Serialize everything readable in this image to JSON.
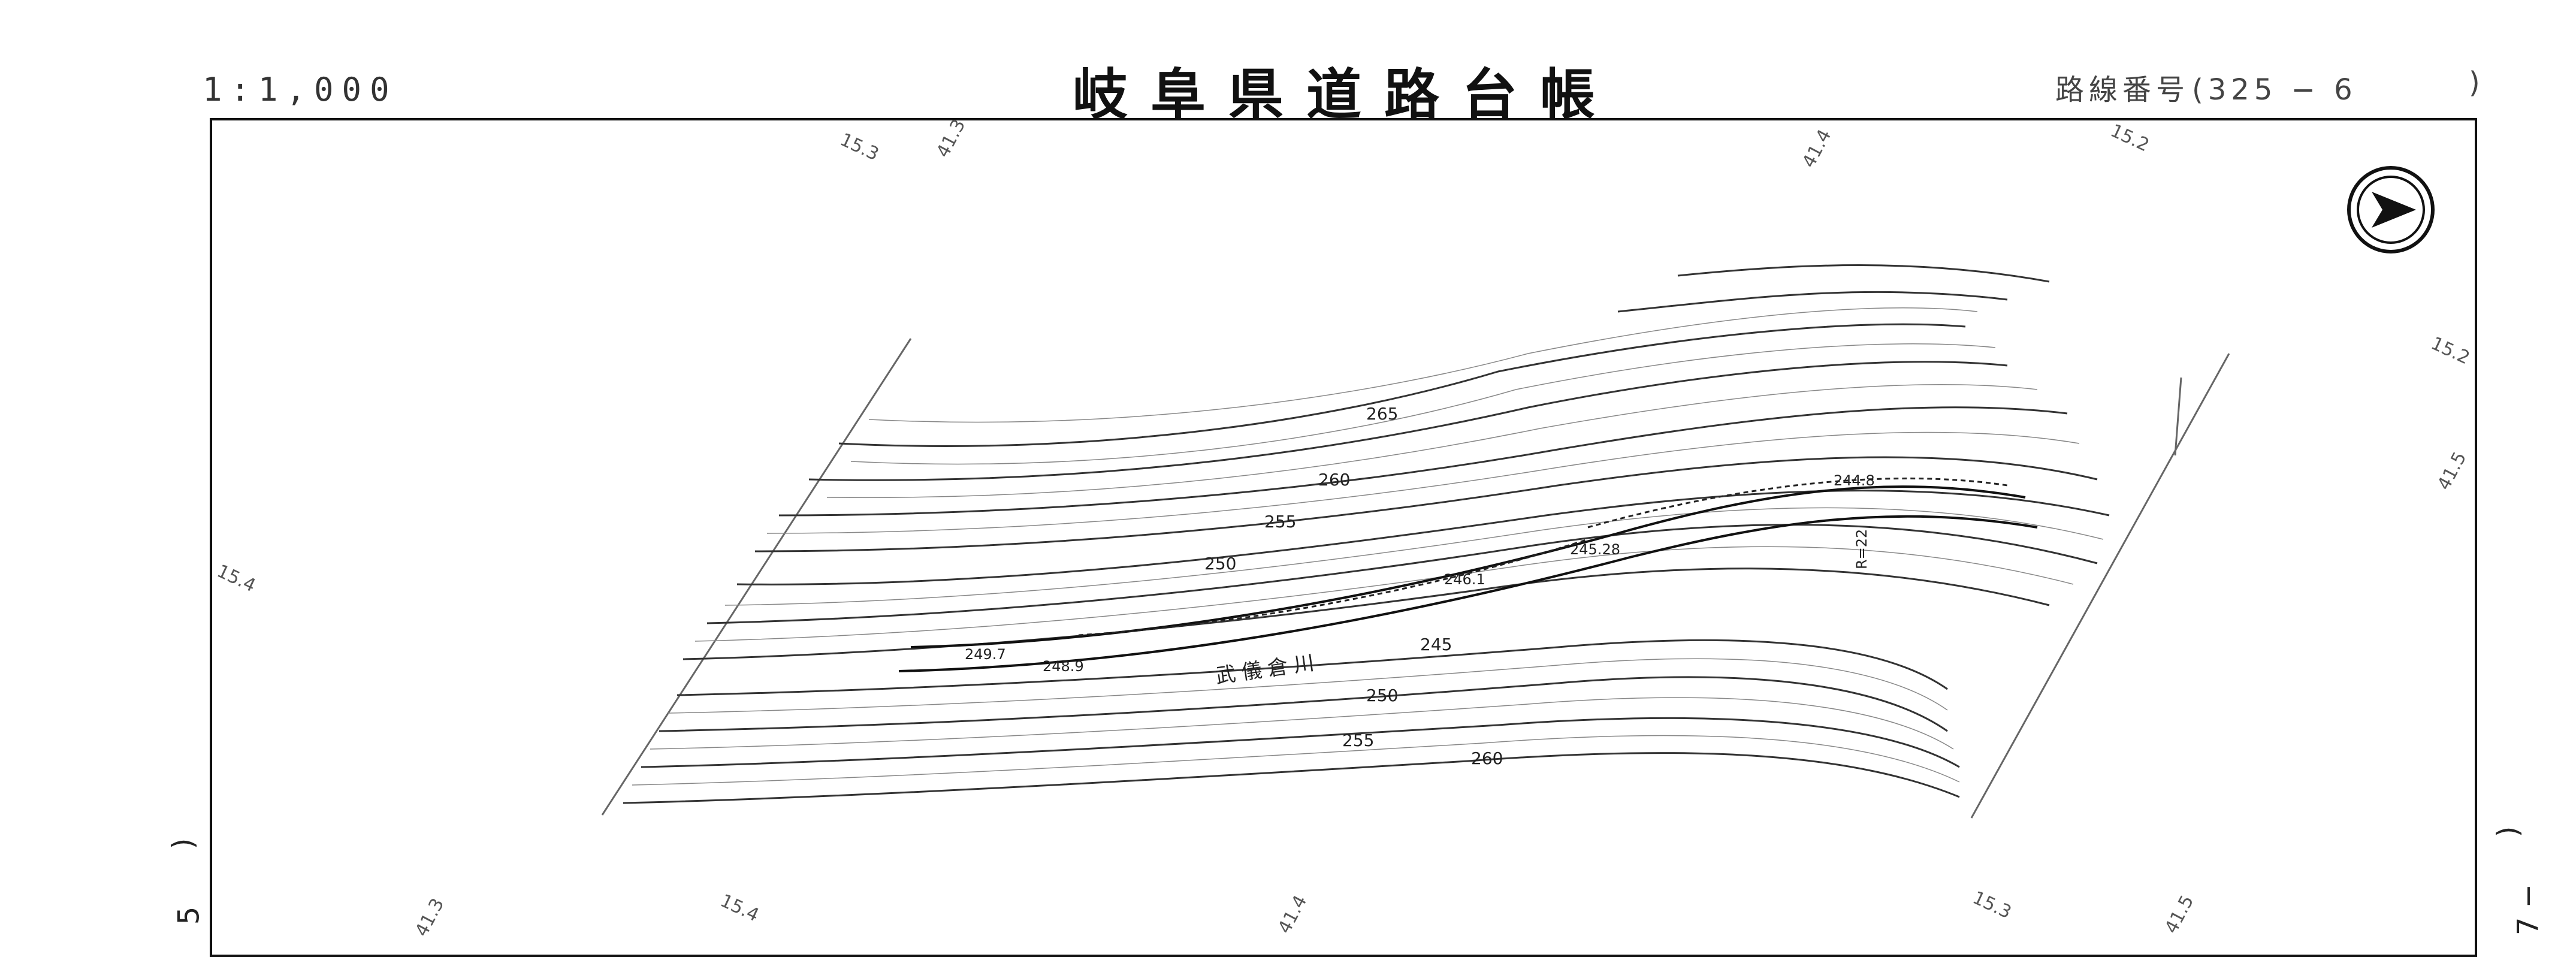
{
  "header": {
    "scale": "1:1,000",
    "title": "岐阜県道路台帳",
    "route_label": "路線番号",
    "route_open": "(",
    "route_number": "325 − 6",
    "route_close": ")"
  },
  "side_labels": {
    "left_paren": ")",
    "left_number": "5",
    "right_paren": ")",
    "right_number": "7 −"
  },
  "grid_labels": [
    "15.3",
    "41.3",
    "41.4",
    "15.2",
    "15.2",
    "41.5",
    "15.4",
    "41.3",
    "15.4",
    "41.4",
    "15.3",
    "41.5"
  ],
  "contour_labels": [
    "265",
    "260",
    "255",
    "250",
    "245",
    "250",
    "255",
    "260"
  ],
  "point_labels": [
    "249.7",
    "248.9",
    "246.1",
    "245.28",
    "244.8",
    "R=22"
  ],
  "river_name": "武儀倉川",
  "icons": {
    "north_arrow": "north-arrow-icon"
  },
  "colors": {
    "ink": "#111111",
    "paper": "#ffffff",
    "grid_text": "#555555"
  }
}
